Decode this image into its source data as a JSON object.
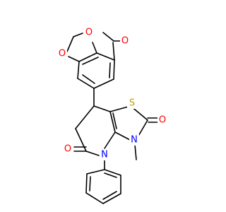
{
  "molecule": {
    "atom_labels": {
      "o_dioxole_a": "O",
      "o_dioxole_b": "O",
      "o_methoxy": "O",
      "s_thiazole": "S",
      "o_thiazole_carbonyl": "O",
      "n_thiazole": "N",
      "o_lactam": "O",
      "n_lactam": "N"
    },
    "colors": {
      "bond": "#000000",
      "O": "#ff0000",
      "N": "#0000ff",
      "S": "#b8a000"
    }
  }
}
